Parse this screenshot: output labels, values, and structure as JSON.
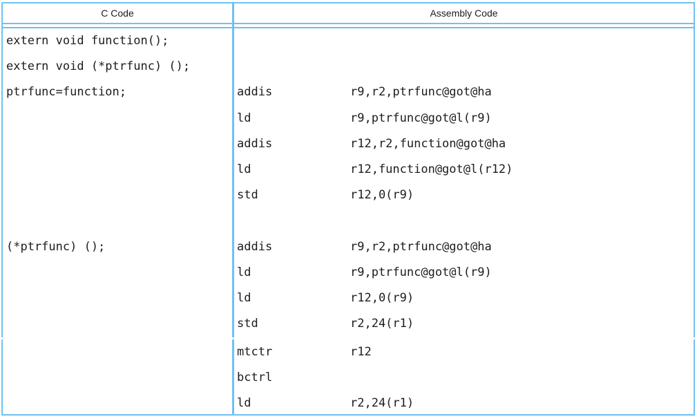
{
  "header": {
    "c_code_label": "C Code",
    "assembly_code_label": "Assembly Code"
  },
  "colors": {
    "border": "#6ec1f2",
    "text": "#1c1c1c",
    "background": "#ffffff"
  },
  "rows": [
    {
      "c_lines": [
        "extern void function();",
        "extern void (*ptrfunc) ();",
        "ptrfunc=function;",
        "",
        "",
        "",
        "",
        "",
        "(*ptrfunc) ();",
        "",
        "",
        ""
      ],
      "asm_lines": [
        {
          "op": "",
          "args": ""
        },
        {
          "op": "",
          "args": ""
        },
        {
          "op": "addis",
          "args": "r9,r2,ptrfunc@got@ha"
        },
        {
          "op": "ld",
          "args": "r9,ptrfunc@got@l(r9)"
        },
        {
          "op": "addis",
          "args": "r12,r2,function@got@ha"
        },
        {
          "op": "ld",
          "args": "r12,function@got@l(r12)"
        },
        {
          "op": "std",
          "args": "r12,0(r9)"
        },
        {
          "op": "",
          "args": ""
        },
        {
          "op": "addis",
          "args": "r9,r2,ptrfunc@got@ha"
        },
        {
          "op": "ld",
          "args": "r9,ptrfunc@got@l(r9)"
        },
        {
          "op": "ld",
          "args": "r12,0(r9)"
        },
        {
          "op": "std",
          "args": "r2,24(r1)"
        }
      ]
    },
    {
      "c_lines": [
        "",
        "",
        ""
      ],
      "asm_lines": [
        {
          "op": "mtctr",
          "args": "r12"
        },
        {
          "op": "bctrl",
          "args": ""
        },
        {
          "op": "ld",
          "args": "r2,24(r1)"
        }
      ]
    }
  ]
}
